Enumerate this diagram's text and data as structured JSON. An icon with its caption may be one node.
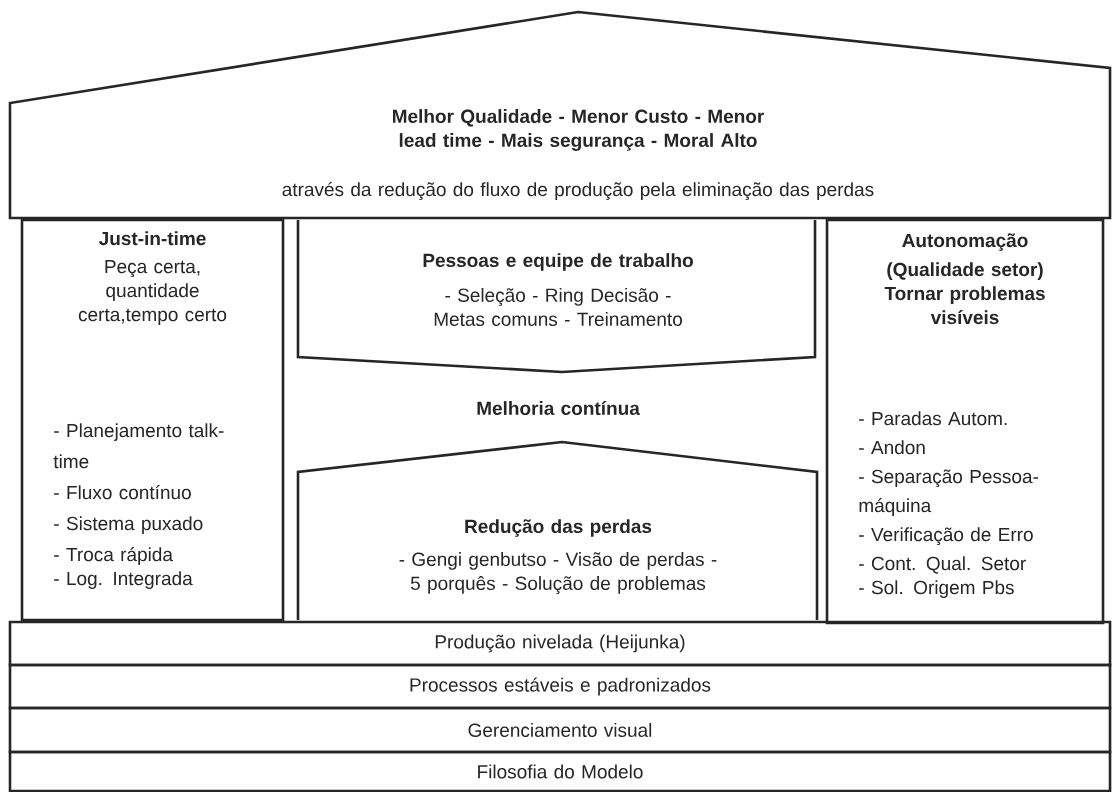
{
  "diagram": {
    "nodes": [
      {
        "text": [
          "Melhor Qualidade - Menor Custo - Menor lead time - Mais segurança - Moral Alto",
          "através da redução do fluxo de produção pela eliminação das perdas"
        ]
      },
      {
        "text": [
          "Just-in-time",
          "Peça certa, quantidade certa,tempo certo",
          "- Planejamento talk-time",
          "- Fluxo contínuo",
          "- Sistema puxado",
          "- Troca rápida",
          "- Log. Integrada"
        ]
      },
      {
        "text": [
          "Pessoas e equipe de trabalho",
          "- Seleção - Ring Decisão - Metas comuns - Treinamento"
        ]
      },
      {
        "text": [
          "Redução das perdas",
          "- Gengi genbutso - Visão de perdas - 5 porquês - Solução de problemas"
        ]
      },
      {
        "text": [
          "Autonomação",
          "(Qualidade setor)",
          "Tornar problemas visíveis",
          "- Paradas Autom.",
          "- Andon",
          "- Separação Pessoa-máquina",
          "- Verificação de Erro",
          "- Cont. Qual. Setor",
          "- Sol. Origem Pbs"
        ]
      },
      {
        "text": [
          "Produção nivelada (Heijunka)"
        ]
      },
      {
        "text": [
          "Processos estáveis e padronizados"
        ]
      },
      {
        "text": [
          "Gerenciamento visual"
        ]
      },
      {
        "text": [
          "Filosofia do Modelo"
        ]
      }
    ],
    "labels": [
      "Melhoria contínua"
    ]
  }
}
